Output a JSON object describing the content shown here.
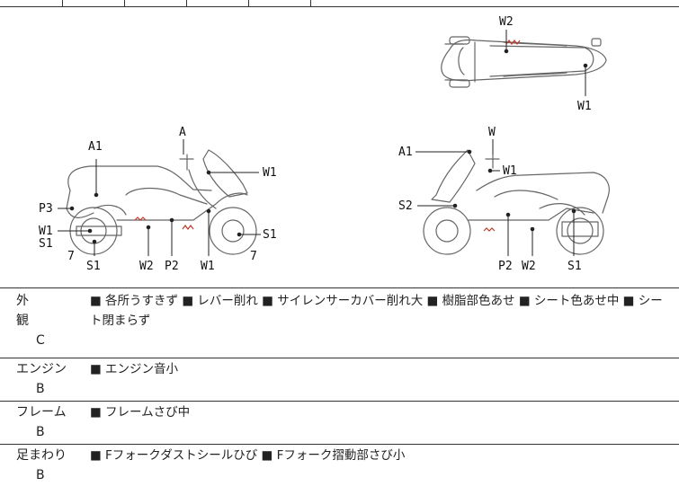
{
  "diagram": {
    "top_view_labels": [
      "W2",
      "W1"
    ],
    "left_side_labels": [
      "A",
      "A1",
      "W1",
      "P3",
      "W1",
      "S1",
      "7",
      "S1",
      "W2",
      "P2",
      "W1",
      "7",
      "S1"
    ],
    "right_side_labels": [
      "W",
      "A1",
      "W1",
      "S2",
      "P2",
      "W2",
      "S1"
    ]
  },
  "inspection": [
    {
      "category": "外観",
      "grade": "C",
      "notes": "■ 各所うすきず ■ レバー削れ ■ サイレンサーカバー削れ大 ■ 樹脂部色あせ ■ シート色あせ中 ■ シート閉まらず"
    },
    {
      "category": "エンジン",
      "grade": "B",
      "notes": "■ エンジン音小"
    },
    {
      "category": "フレーム",
      "grade": "B",
      "notes": "■ フレームさび中"
    },
    {
      "category": "足まわり",
      "grade": "B",
      "notes": "■ Fフォークダストシールひび ■ Fフォーク摺動部さび小"
    }
  ]
}
